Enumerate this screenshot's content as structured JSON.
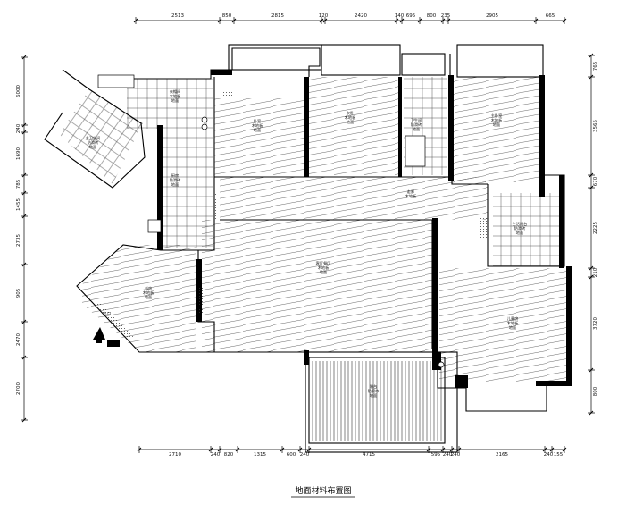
{
  "drawing_title": "地面材料布置图",
  "dims_top": [
    "2513",
    "850",
    "2815",
    "120",
    "2420",
    "140",
    "695",
    "800",
    "235",
    "2905",
    "665"
  ],
  "dims_bottom": [
    "2710",
    "240",
    "820",
    "1315",
    "600",
    "240",
    "4715",
    "595",
    "240",
    "240",
    "2165",
    "240",
    "155"
  ],
  "dims_left": [
    "6000",
    "240",
    "1690",
    "785",
    "1455",
    "2735",
    "905",
    "2470",
    "2700"
  ],
  "dims_right": [
    "765",
    "3565",
    "670",
    "2225",
    "210",
    "3720",
    "800"
  ],
  "rooms": [
    {
      "name": "主卫生间",
      "lines": [
        "防滑砖",
        "地面"
      ]
    },
    {
      "name": "衣帽间",
      "lines": [
        "木地板",
        "地面"
      ]
    },
    {
      "name": "卧室",
      "lines": [
        "木地板",
        "地面"
      ]
    },
    {
      "name": "次卧",
      "lines": [
        "木地板",
        "地面"
      ]
    },
    {
      "name": "卫生间",
      "lines": [
        "防滑砖",
        "地面"
      ]
    },
    {
      "name": "主卧室",
      "lines": [
        "木地板",
        "地面"
      ]
    },
    {
      "name": "走廊",
      "lines": [
        "木地板"
      ]
    },
    {
      "name": "厨房",
      "lines": [
        "防滑砖",
        "地面"
      ]
    },
    {
      "name": "客厅餐厅",
      "lines": [
        "木地板",
        "地面"
      ]
    },
    {
      "name": "生活阳台",
      "lines": [
        "防滑砖",
        "地面"
      ]
    },
    {
      "name": "书房",
      "lines": [
        "木地板",
        "地面"
      ]
    },
    {
      "name": "儿童房",
      "lines": [
        "木地板",
        "地面"
      ]
    },
    {
      "name": "阳台",
      "lines": [
        "防腐木",
        "地面"
      ]
    },
    {
      "name": "入口",
      "lines": []
    }
  ]
}
